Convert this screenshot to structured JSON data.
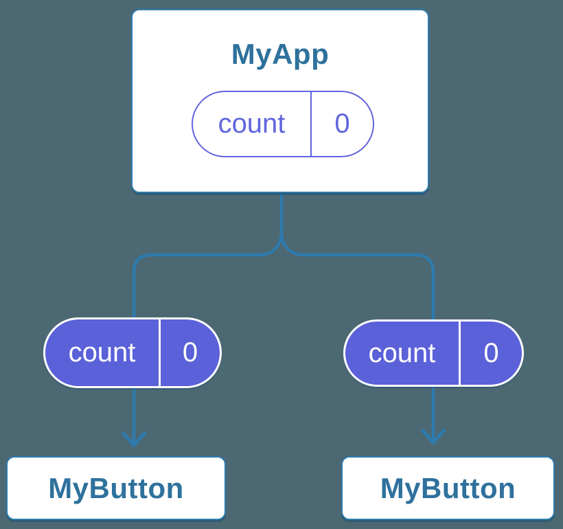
{
  "diagram_title": "react-component-state-tree",
  "colors": {
    "background": "#4C6873",
    "connector_blue": "#2E7BAD",
    "node_text_blue": "#2E719C",
    "node_background": "#FFFFFF",
    "state_purple": "#6065DC",
    "state_purple_fill": "#5B61D8",
    "state_text_on_fill": "#FFFFFF"
  },
  "root_node": {
    "title": "MyApp",
    "state": {
      "key": "count",
      "value": "0"
    }
  },
  "child_nodes": [
    {
      "title": "MyButton",
      "state": {
        "key": "count",
        "value": "0"
      }
    },
    {
      "title": "MyButton",
      "state": {
        "key": "count",
        "value": "0"
      }
    }
  ]
}
